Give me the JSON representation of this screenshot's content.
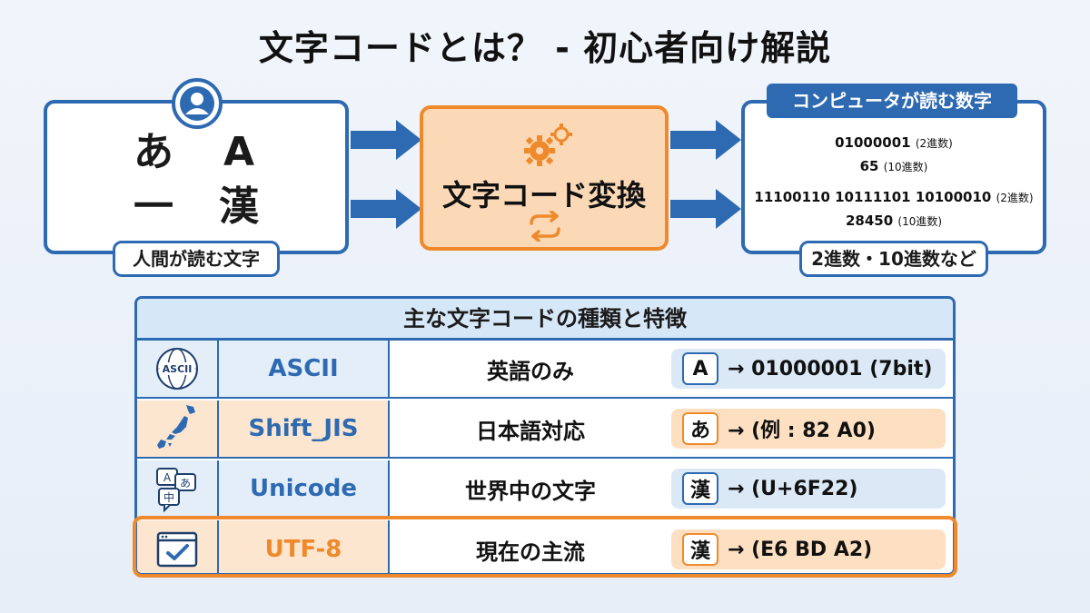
{
  "title": "文字コードとは？ - 初心者向け解説",
  "human": {
    "chars": [
      "あ",
      "A",
      "一",
      "漢"
    ],
    "label": "人間が読む文字"
  },
  "convert": {
    "label": "文字コード変換"
  },
  "computer": {
    "tag": "コンピュータが読む数字",
    "lines": [
      {
        "value": "01000001",
        "unit": "(2進数)"
      },
      {
        "value": "65",
        "unit": "(10進数)"
      },
      {
        "value": "11100110 10111101 10100010",
        "unit": "(2進数)"
      },
      {
        "value": "28450",
        "unit": "(10進数)"
      }
    ],
    "label": "2進数・10進数など"
  },
  "table": {
    "header": "主な文字コードの種類と特徴",
    "rows": [
      {
        "icon": "globe-ascii-icon",
        "icon_text": "ASCII",
        "name": "ASCII",
        "desc": "英語のみ",
        "glyph": "A",
        "example": "→ 01000001 (7bit)"
      },
      {
        "icon": "japan-map-icon",
        "name": "Shift_JIS",
        "desc": "日本語対応",
        "glyph": "あ",
        "example": "→ (例 : 82 A0)"
      },
      {
        "icon": "multilingual-chat-icon",
        "icon_text_a": "A",
        "icon_text_b": "あ",
        "icon_text_c": "中",
        "name": "Unicode",
        "desc": "世界中の文字",
        "glyph": "漢",
        "example": "→ (U+6F22)"
      },
      {
        "icon": "browser-check-icon",
        "name": "UTF-8",
        "desc": "現在の主流",
        "glyph": "漢",
        "example": "→ (E6 BD A2)"
      }
    ]
  },
  "colors": {
    "blue": "#2e6ab1",
    "orange": "#ef8a2c"
  }
}
